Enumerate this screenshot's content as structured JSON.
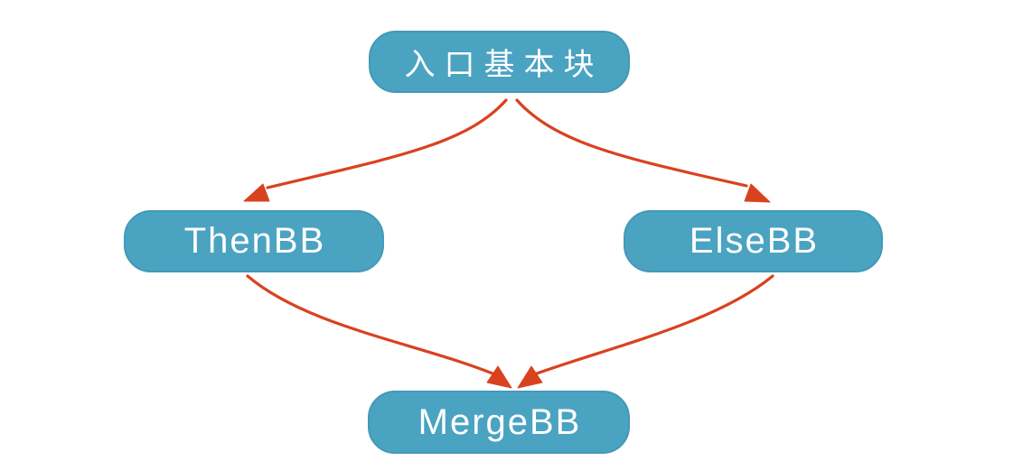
{
  "diagram": {
    "description": "if-else control flow graph of basic blocks",
    "background": "#ffffff",
    "colors": {
      "node_fill": "#4AA3C1",
      "node_text": "#ffffff",
      "arrow": "#D9421E"
    },
    "nodes": [
      {
        "id": "entry",
        "label": "入口基本块"
      },
      {
        "id": "then",
        "label": "ThenBB"
      },
      {
        "id": "else",
        "label": "ElseBB"
      },
      {
        "id": "merge",
        "label": "MergeBB"
      }
    ],
    "edges": [
      {
        "from": "entry",
        "to": "then"
      },
      {
        "from": "entry",
        "to": "else"
      },
      {
        "from": "then",
        "to": "merge"
      },
      {
        "from": "else",
        "to": "merge"
      }
    ]
  }
}
